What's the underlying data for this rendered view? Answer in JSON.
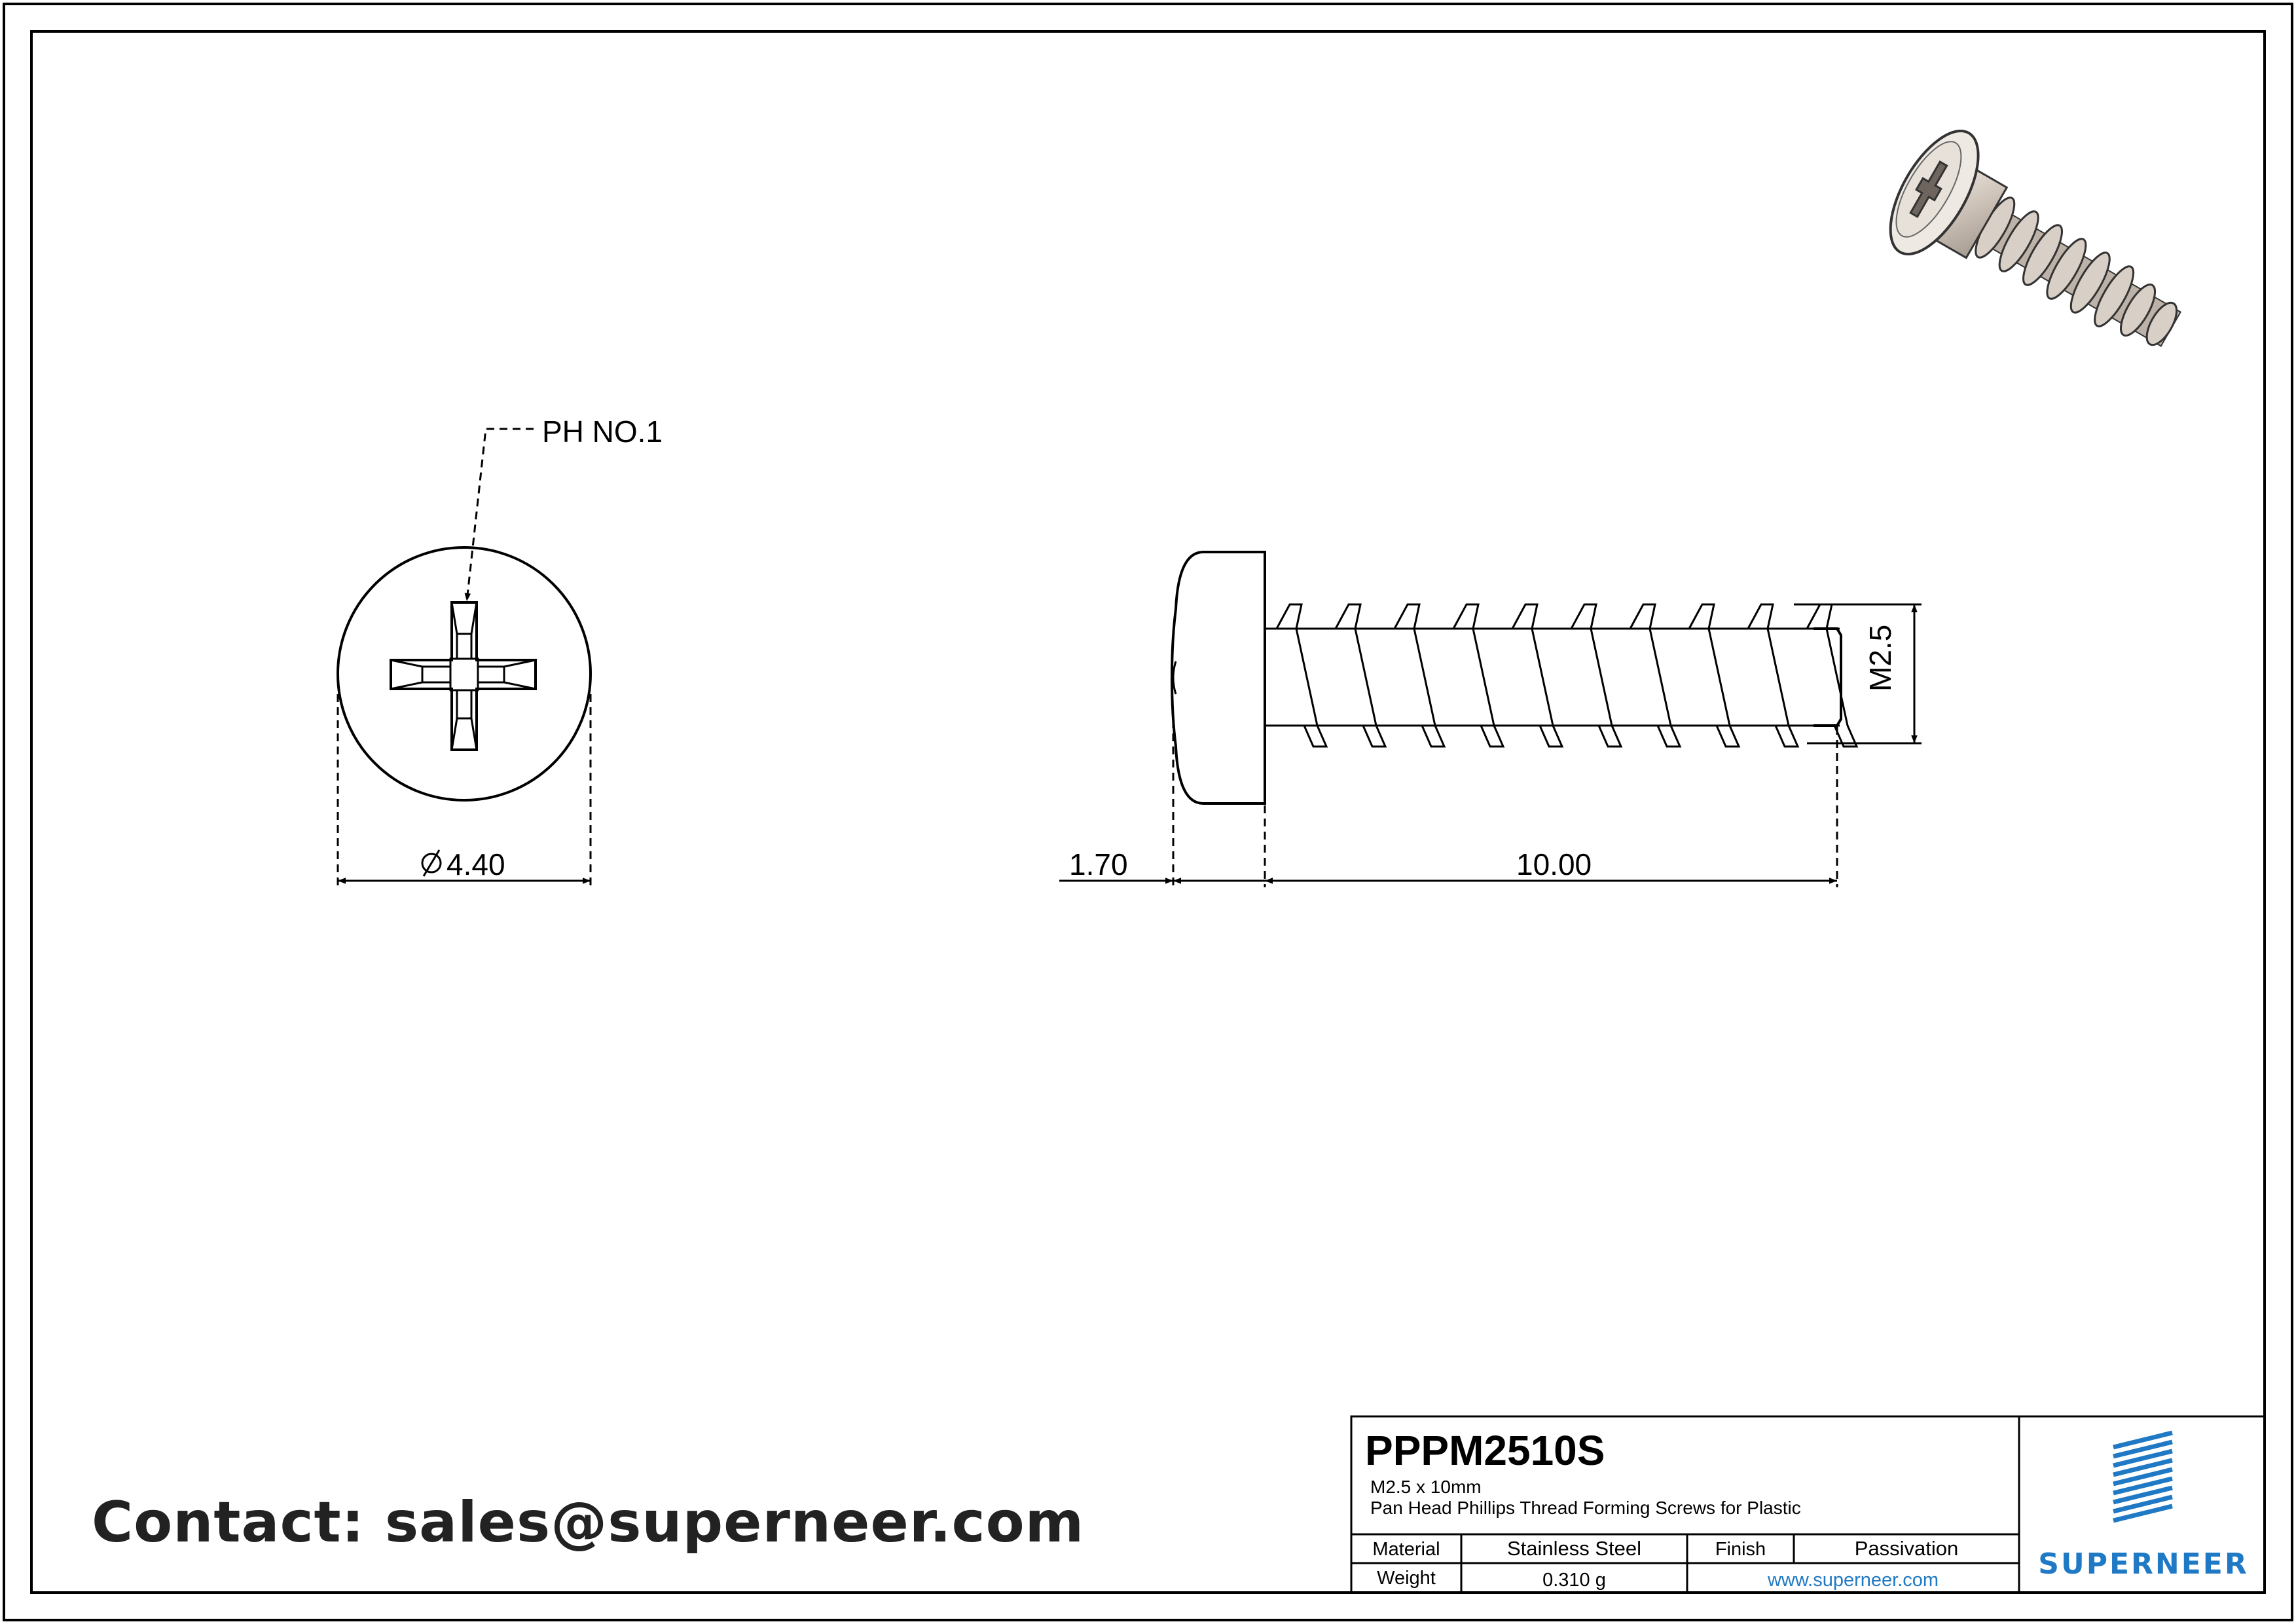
{
  "drawing": {
    "callout_label": "PH NO.1",
    "head_diameter": "4.40",
    "head_height": "1.70",
    "length": "10.00",
    "thread_size": "M2.5"
  },
  "contact": "Contact: sales@superneer.com",
  "title_block": {
    "part_number": "PPPM2510S",
    "size": "M2.5 x 10mm",
    "description": "Pan Head Phillips Thread Forming Screws for Plastic",
    "material_label": "Material",
    "material_value": "Stainless Steel",
    "finish_label": "Finish",
    "finish_value": "Passivation",
    "weight_label": "Weight",
    "weight_value": "0.310 g",
    "website": "www.superneer.com",
    "brand": "SUPERNEER"
  },
  "colors": {
    "brand_blue": "#1f79c4",
    "screw_fill": "#d5ccc3",
    "line": "#000000"
  }
}
